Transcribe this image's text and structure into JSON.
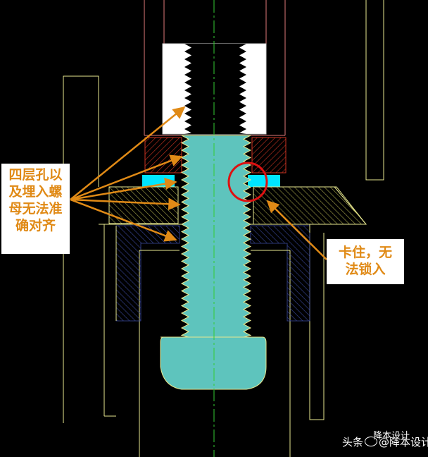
{
  "callouts": {
    "left": {
      "lines": [
        "四层孔以",
        "及埋入螺",
        "母无法准",
        "确对齐"
      ]
    },
    "right": {
      "lines": [
        "卡住，无",
        "法锁入"
      ]
    }
  },
  "watermark": {
    "prefix": "头条",
    "brand": "@降本设计",
    "overlay": "降本设计"
  },
  "colors": {
    "background": "#000000",
    "bolt": "#5ec4bd",
    "insert_outline": "#e0e0e0",
    "orange": "#e08a16",
    "outline_pink": "#e07a7a",
    "outline_yellow": "#e8e890",
    "cyan_shim": "#00e5ff",
    "hatch_red": "#cc3322",
    "hatch_yellow": "#bbbb55",
    "hatch_blue": "#4455aa",
    "highlight_circle": "#dd1111",
    "centerline": "#33cc33"
  },
  "icons": {
    "arrow": "arrow-icon",
    "highlight": "circle-highlight-icon",
    "logo": "chat-bubble-icon"
  }
}
